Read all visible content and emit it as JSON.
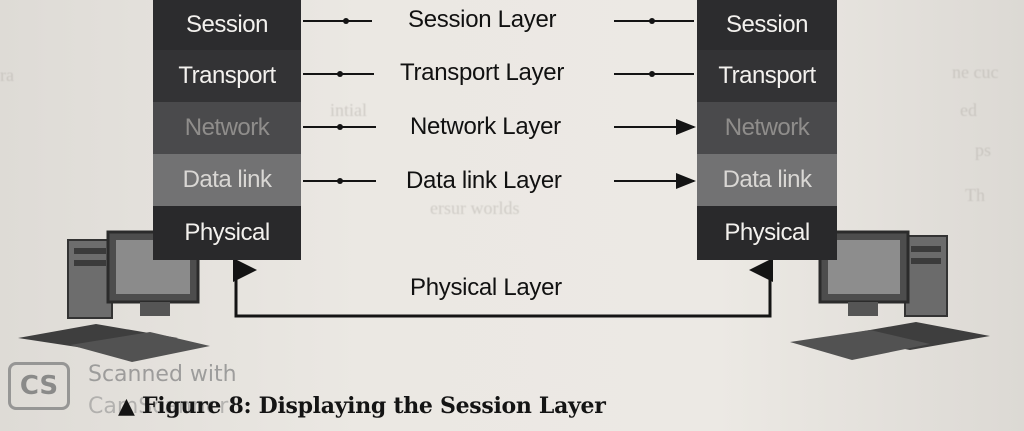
{
  "left_stack": [
    "Session",
    "Transport",
    "Network",
    "Data link",
    "Physical"
  ],
  "right_stack": [
    "Session",
    "Transport",
    "Network",
    "Data link",
    "Physical"
  ],
  "peer_labels": [
    "Session Layer",
    "Transport Layer",
    "Network Layer",
    "Data link Layer",
    "Physical Layer"
  ],
  "caption": "Figure 8: Displaying the Session Layer",
  "watermark": {
    "line1": "Scanned with",
    "line2": "CamScanner"
  },
  "colors": {
    "layer_dark": "#2c2c2e",
    "layer_network": "#4a4a4c",
    "layer_datalink": "#727273",
    "paper": "#e9e6e1"
  }
}
